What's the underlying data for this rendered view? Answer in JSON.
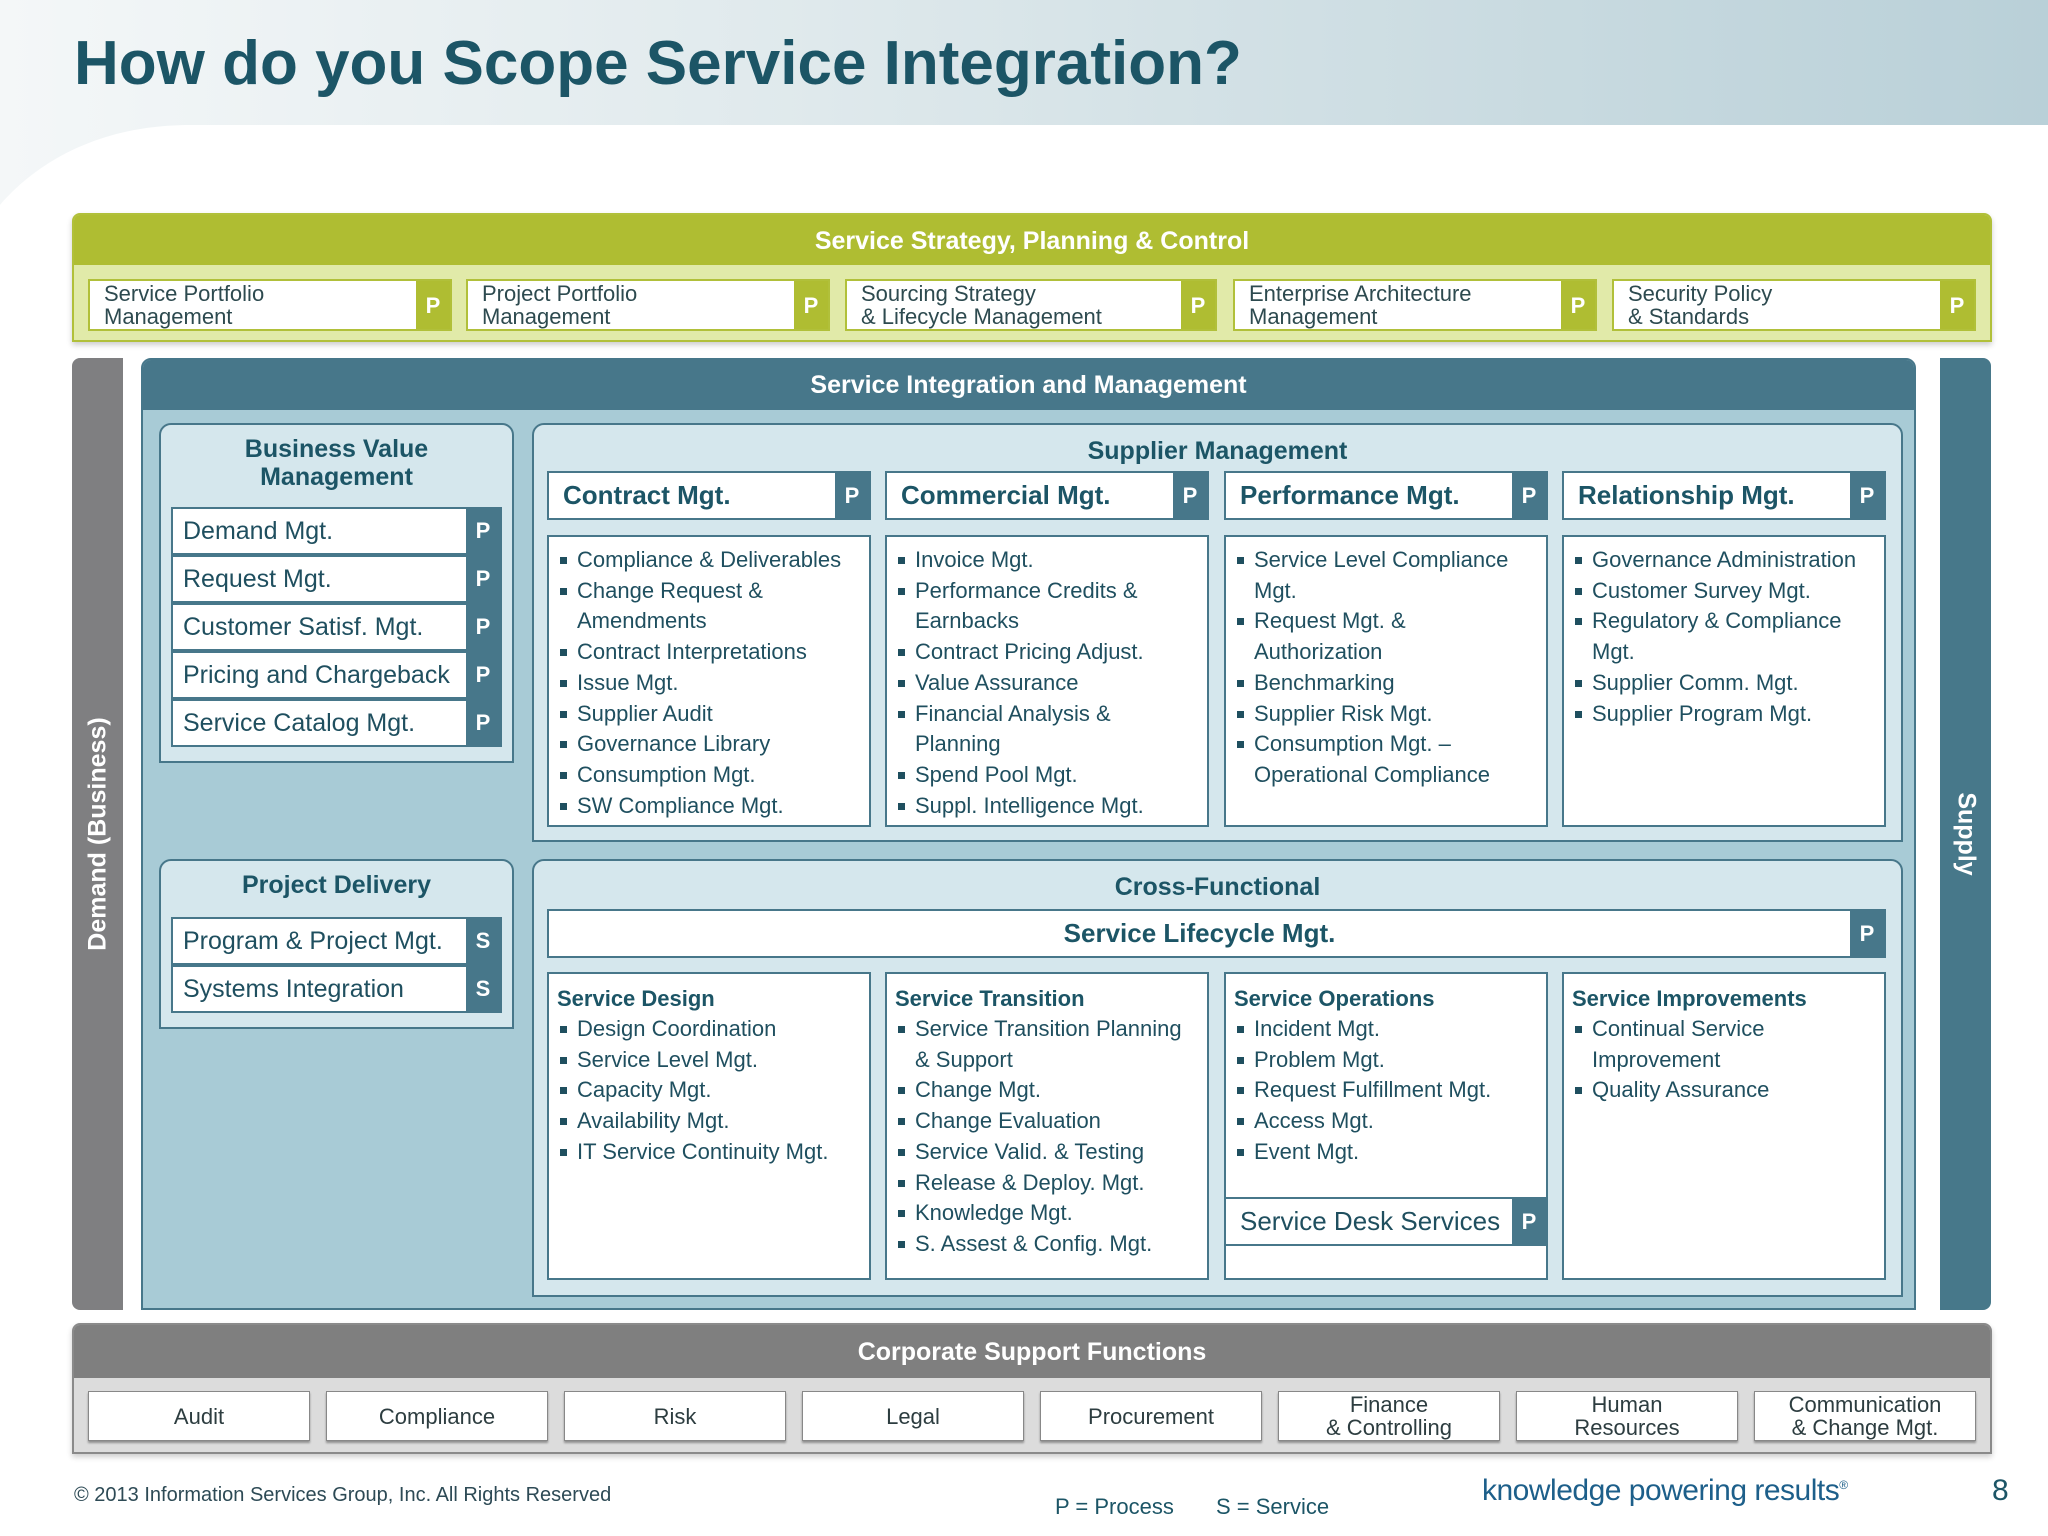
{
  "title": "How do you Scope Service Integration?",
  "colors": {
    "strategy": "#afbd32",
    "integration": "#47778a",
    "demand": "#7f7f81",
    "corporate": "#7f7f7f",
    "text": "#1f4f5f"
  },
  "strategy": {
    "title": "Service Strategy, Planning & Control",
    "items": [
      {
        "label": "Service Portfolio\nManagement",
        "tag": "P"
      },
      {
        "label": "Project Portfolio\nManagement",
        "tag": "P"
      },
      {
        "label": "Sourcing Strategy\n& Lifecycle Management",
        "tag": "P"
      },
      {
        "label": "Enterprise Architecture\nManagement",
        "tag": "P"
      },
      {
        "label": "Security Policy\n& Standards",
        "tag": "P"
      }
    ]
  },
  "demand_label": "Demand (Business)",
  "supply_label": "Supply",
  "integration": {
    "title": "Service Integration and Management",
    "business_value": {
      "title": "Business Value\nManagement",
      "items": [
        {
          "label": "Demand Mgt.",
          "tag": "P"
        },
        {
          "label": "Request Mgt.",
          "tag": "P"
        },
        {
          "label": "Customer Satisf. Mgt.",
          "tag": "P"
        },
        {
          "label": "Pricing and Chargeback",
          "tag": "P"
        },
        {
          "label": "Service Catalog Mgt.",
          "tag": "P"
        }
      ]
    },
    "project_delivery": {
      "title": "Project Delivery",
      "items": [
        {
          "label": "Program & Project Mgt.",
          "tag": "S"
        },
        {
          "label": "Systems Integration",
          "tag": "S"
        }
      ]
    },
    "supplier": {
      "title": "Supplier Management",
      "columns": [
        {
          "label": "Contract Mgt.",
          "tag": "P",
          "items": [
            "Compliance & Deliverables",
            "Change Request & Amendments",
            "Contract Interpretations",
            "Issue Mgt.",
            "Supplier Audit",
            "Governance Library",
            "Consumption Mgt.",
            "SW Compliance Mgt."
          ]
        },
        {
          "label": "Commercial Mgt.",
          "tag": "P",
          "items": [
            "Invoice Mgt.",
            "Performance Credits & Earnbacks",
            "Contract Pricing Adjust.",
            "Value Assurance",
            "Financial Analysis & Planning",
            "Spend Pool Mgt.",
            "Suppl. Intelligence Mgt."
          ]
        },
        {
          "label": "Performance Mgt.",
          "tag": "P",
          "items": [
            "Service Level Compliance Mgt.",
            "Request Mgt. & Authorization",
            "Benchmarking",
            "Supplier Risk Mgt.",
            "Consumption Mgt. – Operational Compliance"
          ]
        },
        {
          "label": "Relationship Mgt.",
          "tag": "P",
          "items": [
            "Governance Administration",
            "Customer Survey Mgt.",
            "Regulatory & Compliance Mgt.",
            "Supplier Comm.  Mgt.",
            "Supplier Program Mgt."
          ]
        }
      ]
    },
    "cross_functional": {
      "title": "Cross-Functional",
      "lifecycle": {
        "label": "Service Lifecycle Mgt.",
        "tag": "P"
      },
      "columns": [
        {
          "title": "Service Design",
          "items": [
            "Design Coordination",
            "Service Level Mgt.",
            "Capacity Mgt.",
            "Availability Mgt.",
            "IT Service Continuity Mgt."
          ]
        },
        {
          "title": "Service Transition",
          "items": [
            "Service Transition Planning & Support",
            "Change Mgt.",
            "Change Evaluation",
            "Service Valid. & Testing",
            "Release & Deploy. Mgt.",
            "Knowledge Mgt.",
            "S. Assest & Config. Mgt."
          ]
        },
        {
          "title": "Service Operations",
          "items": [
            "Incident Mgt.",
            "Problem Mgt.",
            "Request Fulfillment Mgt.",
            "Access Mgt.",
            "Event Mgt."
          ]
        },
        {
          "title": "Service Improvements",
          "items": [
            "Continual Service Improvement",
            "Quality Assurance"
          ]
        }
      ],
      "service_desk": {
        "label": "Service Desk Services",
        "tag": "P"
      }
    }
  },
  "corporate": {
    "title": "Corporate Support Functions",
    "items": [
      "Audit",
      "Compliance",
      "Risk",
      "Legal",
      "Procurement",
      "Finance\n& Controlling",
      "Human\nResources",
      "Communication\n& Change Mgt."
    ]
  },
  "footer": {
    "copyright": "© 2013 Information Services Group, Inc. All Rights Reserved",
    "legend_p": "P = Process",
    "legend_s": "S = Service",
    "tagline": "knowledge powering results",
    "registered": "®",
    "page": "8"
  }
}
